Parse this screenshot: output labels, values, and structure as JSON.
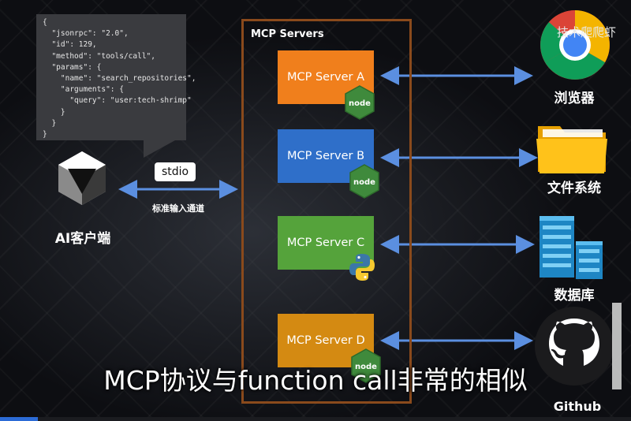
{
  "json_snippet": "{\n  \"jsonrpc\": \"2.0\",\n  \"id\": 129,\n  \"method\": \"tools/call\",\n  \"params\": {\n    \"name\": \"search_repositories\",\n    \"arguments\": {\n      \"query\": \"user:tech-shrimp\"\n    }\n  }\n}",
  "client": {
    "label": "AI客户端"
  },
  "transport": {
    "badge": "stdio",
    "caption": "标准输入通道"
  },
  "servers_panel": {
    "title": "MCP Servers",
    "servers": [
      {
        "label": "MCP Server A",
        "color": "#f07f1c",
        "runtime_icon": "nodejs-icon"
      },
      {
        "label": "MCP Server B",
        "color": "#2f6fc9",
        "runtime_icon": "nodejs-icon"
      },
      {
        "label": "MCP Server C",
        "color": "#55a33b",
        "runtime_icon": "python-icon"
      },
      {
        "label": "MCP Server D",
        "color": "#d48a12",
        "runtime_icon": "nodejs-icon"
      }
    ]
  },
  "resources": [
    {
      "label": "浏览器",
      "icon": "chrome-icon"
    },
    {
      "label": "文件系统",
      "icon": "folder-icon"
    },
    {
      "label": "数据库",
      "icon": "database-icon"
    },
    {
      "label": "Github",
      "icon": "github-icon"
    }
  ],
  "watermark": "技术爬爬虾",
  "subtitle": "MCP协议与function call非常的相似",
  "colors": {
    "arrow": "#5b8fe0",
    "frame": "#8a4a1c",
    "node_green": "#3f8a3c"
  }
}
